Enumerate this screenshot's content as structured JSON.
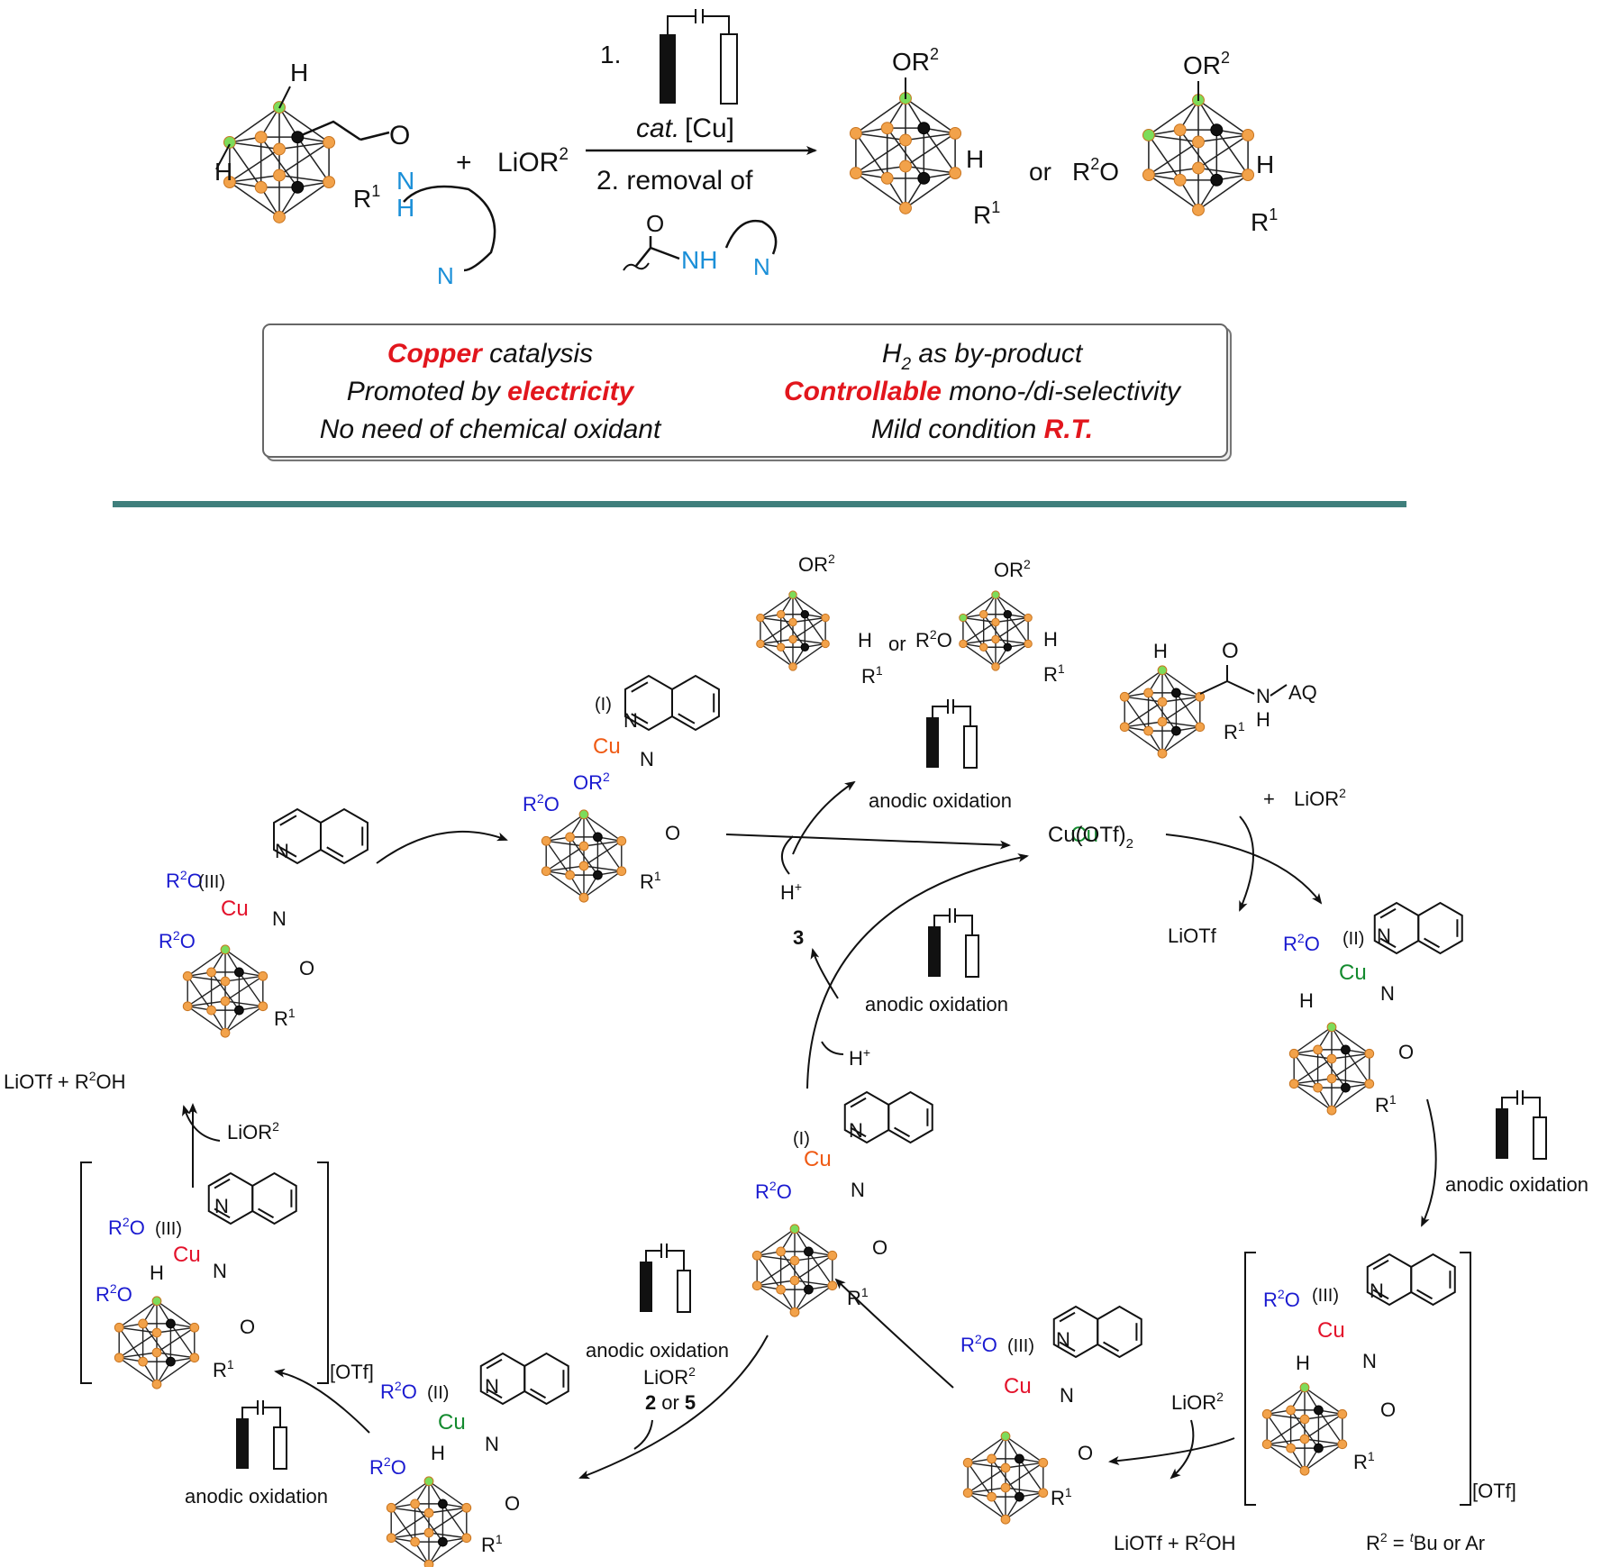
{
  "top": {
    "step1": "1.",
    "catalyst_cat": "cat.",
    "catalyst_cu": "[Cu]",
    "step2": "2. removal of",
    "plus": "+",
    "reagent": "LiOR",
    "reagent_sup": "2",
    "or": "or",
    "label_H": "H",
    "label_O": "O",
    "label_N": "N",
    "label_NH": "NH",
    "label_R1": "R",
    "sup1": "1",
    "label_OR2": "OR",
    "label_R2O": "R",
    "sup2": "2"
  },
  "features": {
    "left": [
      {
        "highlight": "Copper",
        "rest": " catalysis"
      },
      {
        "pre": "Promoted by ",
        "highlight": "electricity"
      },
      {
        "pre": "No need of chemical oxidant"
      }
    ],
    "right": [
      {
        "pre": "H",
        "sub": "2",
        "rest": " as by-product"
      },
      {
        "highlight": "Controllable",
        "rest": " mono-/di-selectivity"
      },
      {
        "pre": "Mild condition ",
        "highlight": "R.T."
      }
    ]
  },
  "cycle": {
    "cuotf2": "Cu(OTf)",
    "cuotf2_sub": "2",
    "anodic": "anodic oxidation",
    "hplus": "H",
    "plus_sup": "+",
    "lotf": "LiOTf",
    "lotf_r2oh": "LiOTf + R",
    "r2oh_tail": "OH",
    "lior2": "LiOR",
    "compound3": "3",
    "comp_2": "2",
    "comp_or": "or",
    "comp_5": "5",
    "otf_counter": "[OTf]",
    "aq": "AQ",
    "cu": "Cu",
    "ox_I": "(I)",
    "ox_II": "(II)",
    "ox_III": "(III)",
    "r2_def_pre": "R",
    "r2_def_sup": "2",
    "r2_def_eq": " = ",
    "r2_def_t": "t",
    "r2_def_rest": "Bu or Ar",
    "plus": "+"
  },
  "colors": {
    "boron": "#f2a24a",
    "boron_dark": "#c97520",
    "carbon": "#111111",
    "green_atom": "#7ddc5a",
    "divider": "#3f7f7c",
    "highlight": "#e2161d",
    "blue_label": "#1a1ad0",
    "cu_III": "#e3122b",
    "cu_II": "#138a2e",
    "cu_I": "#ef5a14",
    "nitrogen_cyan": "#1a8fd8"
  }
}
